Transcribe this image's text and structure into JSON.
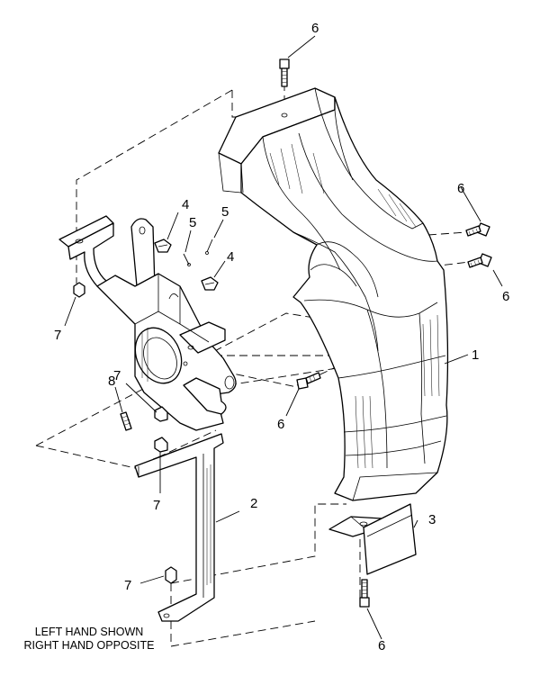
{
  "callouts": {
    "c1": "1",
    "c2": "2",
    "c3": "3",
    "c4a": "4",
    "c4b": "4",
    "c5a": "5",
    "c5b": "5",
    "c6_top": "6",
    "c6_right_upper": "6",
    "c6_right_lower": "6",
    "c6_mid": "6",
    "c6_bottom": "6",
    "c7_left": "7",
    "c7_mid": "7",
    "c7_lower": "7",
    "c7_bottom": "7",
    "c8": "8"
  },
  "note": {
    "line1": "LEFT HAND SHOWN",
    "line2": "RIGHT HAND OPPOSITE"
  }
}
